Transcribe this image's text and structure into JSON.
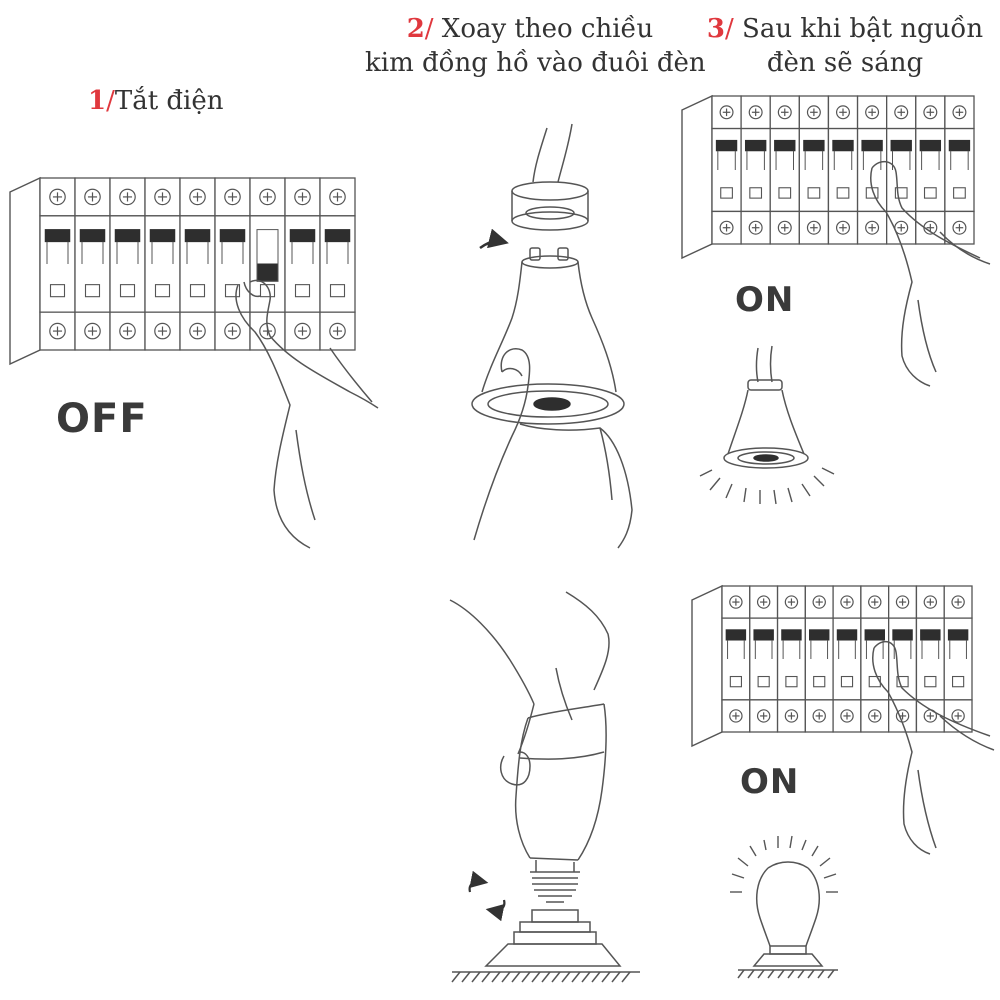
{
  "steps": [
    {
      "number": "1",
      "slash": "/",
      "text": "Tắt điện"
    },
    {
      "number": "2",
      "slash": "/",
      "line1": " Xoay theo chiều",
      "line2": "kim đồng hồ vào đuôi đèn"
    },
    {
      "number": "3",
      "slash": "/",
      "line1": " Sau khi bật nguồn",
      "line2": "đèn sẽ sáng"
    }
  ],
  "labels": {
    "off": "OFF",
    "on_top": "ON",
    "on_bottom": "ON"
  },
  "colors": {
    "accent": "#e0383e",
    "ink": "#333333",
    "stroke": "#555555",
    "fill_dark": "#2e2e2e"
  },
  "icons": [
    "breaker-panel-icon",
    "hand-icon",
    "gu10-bulb-icon",
    "lamp-socket-icon",
    "rotate-arrow-icon",
    "e27-bulb-icon",
    "light-rays-icon"
  ]
}
